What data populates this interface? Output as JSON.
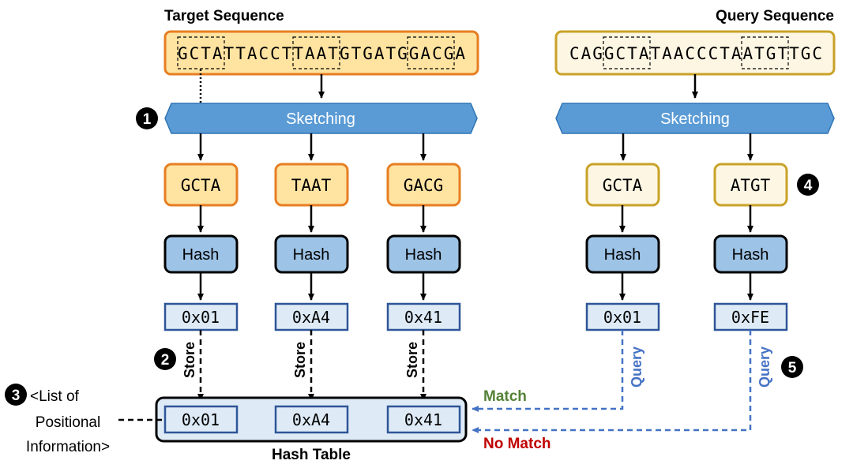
{
  "target": {
    "title": "Target Sequence",
    "sequence": "GCTATTACCTTAATGTGATGGACGA",
    "kmers": [
      "GCTA",
      "TAAT",
      "GACG"
    ],
    "hashes": [
      "0x01",
      "0xA4",
      "0x41"
    ]
  },
  "query": {
    "title": "Query Sequence",
    "sequence": "CAGGCTATAACCCTAATGTTGC",
    "kmers": [
      "GCTA",
      "ATGT"
    ],
    "hashes": [
      "0x01",
      "0xFE"
    ]
  },
  "sketching_label": "Sketching",
  "hash_label": "Hash",
  "store_label": "Store",
  "query_label": "Query",
  "match_label": "Match",
  "no_match_label": "No Match",
  "hash_table": {
    "title": "Hash Table",
    "entries": [
      "0x01",
      "0xA4",
      "0x41"
    ]
  },
  "positional_info": [
    "<List of",
    "Positional",
    "Information>"
  ],
  "steps": [
    "1",
    "2",
    "3",
    "4",
    "5"
  ],
  "colors": {
    "target_fill": "#ffe3a1",
    "target_stroke": "#e67e22",
    "query_fill": "#fdf6e3",
    "query_stroke": "#c9a227",
    "sketch_fill": "#5b9bd5",
    "hash_fill": "#9dc3e6",
    "hex_fill": "#deebf7",
    "hex_stroke": "#2e5597",
    "query_arrow": "#4472c4",
    "match": "#548235",
    "no_match": "#c00000"
  }
}
